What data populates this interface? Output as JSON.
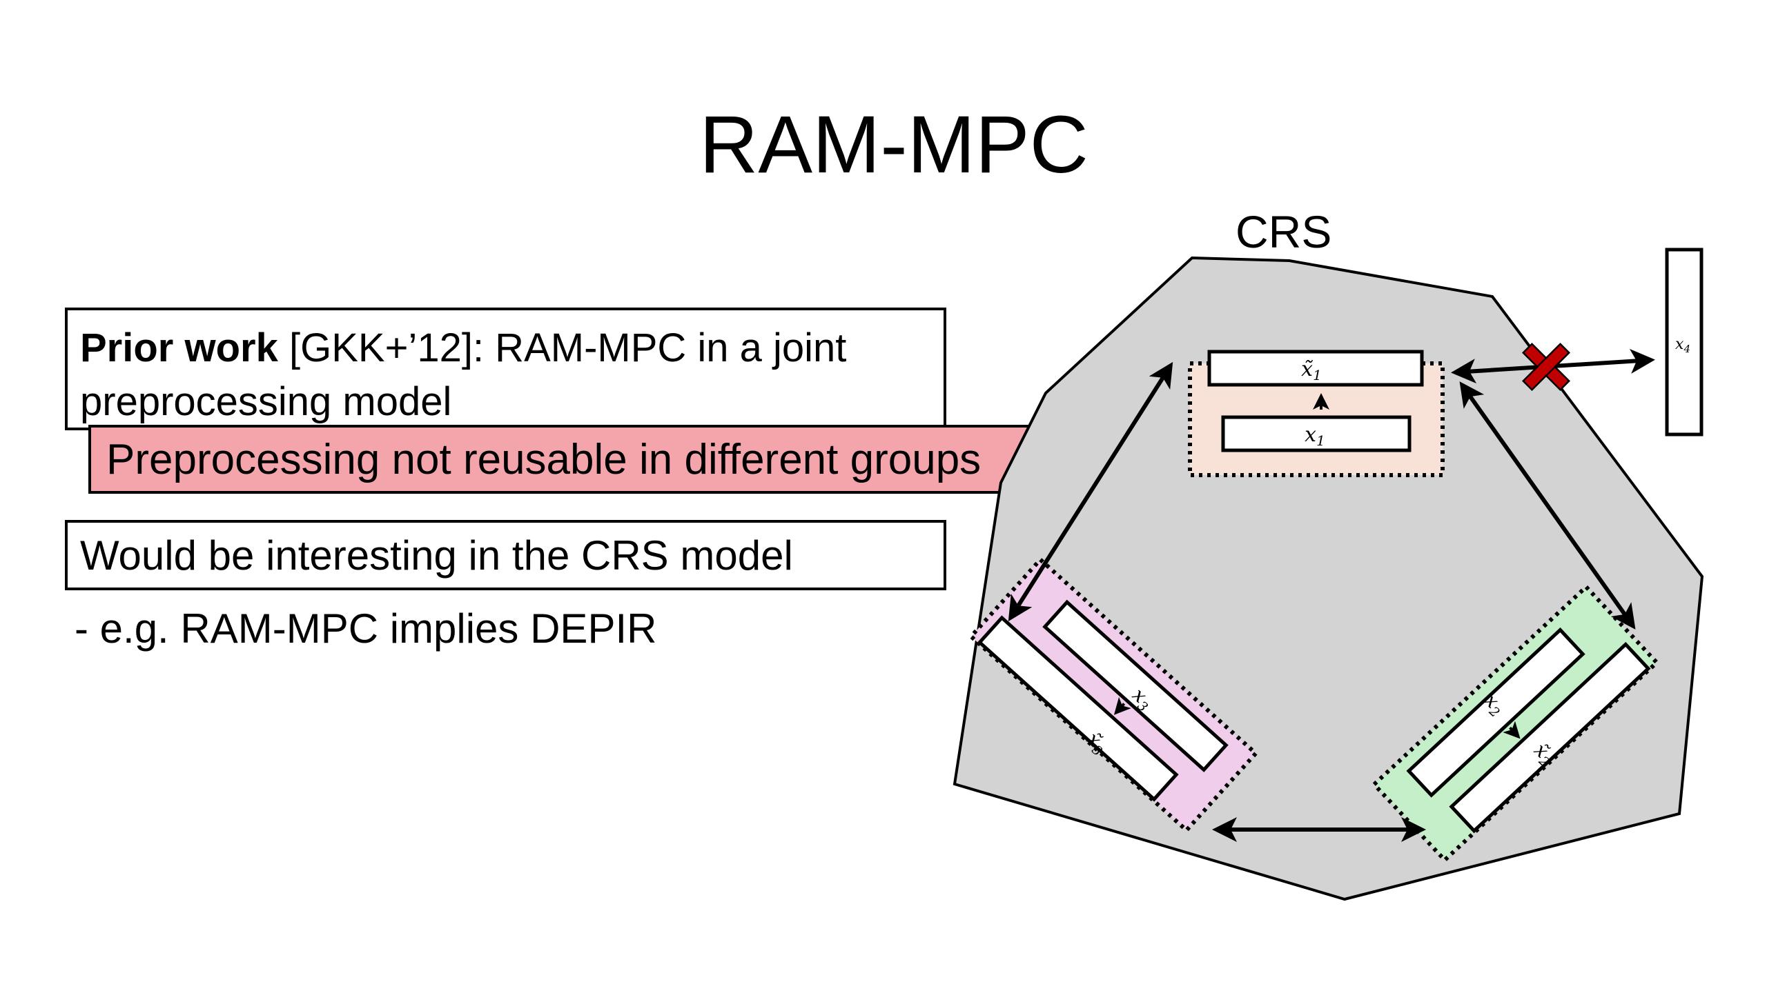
{
  "slide": {
    "title": "RAM-MPC",
    "left_panel": {
      "prior_work_bold": "Prior work",
      "prior_work_rest": " [GKK+’12]: RAM-MPC in a joint preprocessing model",
      "highlight": "Preprocessing not reusable in different groups",
      "crs_note": "Would be interesting in the CRS model",
      "bullet": "- e.g. RAM-MPC implies DEPIR"
    },
    "diagram": {
      "region_label": "CRS",
      "colors": {
        "region_fill": "#d3d3d3",
        "group1_fill": "#f8e1d6",
        "group2_fill": "#c4efc9",
        "group3_fill": "#f0cdea",
        "highlight_fill": "#f4a5ab",
        "cross_color": "#c00000"
      },
      "groups": [
        {
          "id": "g1",
          "input": "x",
          "input_sub": "1",
          "preprocessed": "x̃",
          "preprocessed_sub": "1"
        },
        {
          "id": "g2",
          "input": "x",
          "input_sub": "2",
          "preprocessed": "x̃",
          "preprocessed_sub": "2"
        },
        {
          "id": "g3",
          "input": "x",
          "input_sub": "3",
          "preprocessed": "x̃",
          "preprocessed_sub": "3"
        }
      ],
      "outside": {
        "input": "x",
        "input_sub": "4"
      },
      "blocked_connection": "x4 cannot connect to group 1 (red cross)"
    }
  }
}
